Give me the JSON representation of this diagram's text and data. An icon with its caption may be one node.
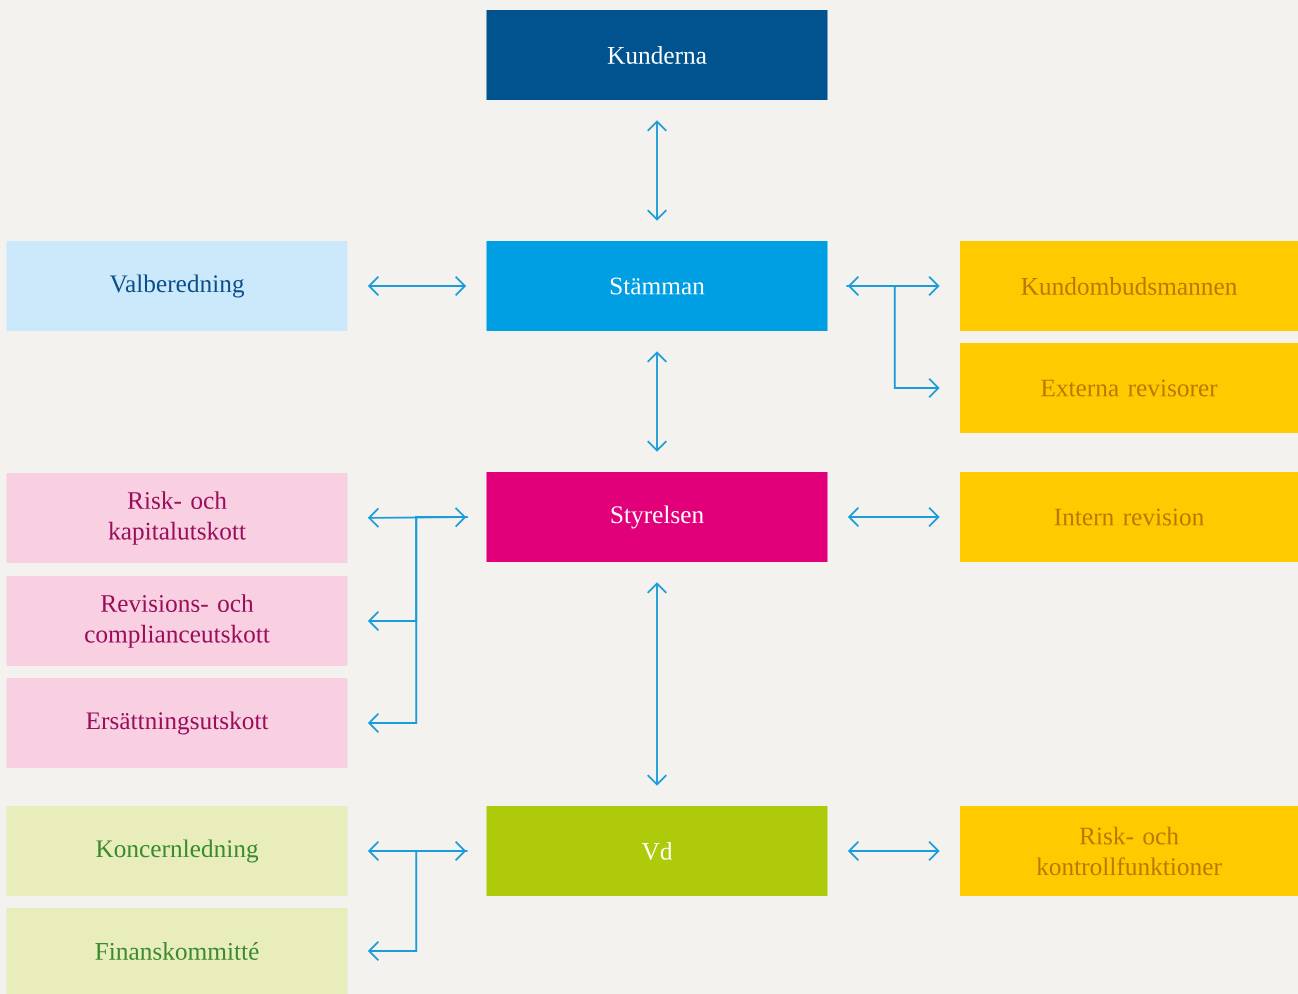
{
  "diagram": {
    "nodes": [
      {
        "text": [
          "Kunderna"
        ]
      },
      {
        "text": [
          "Valberedning"
        ]
      },
      {
        "text": [
          "Stämman"
        ]
      },
      {
        "text": [
          "Kundombudsmannen"
        ]
      },
      {
        "text": [
          "Externa revisorer"
        ]
      },
      {
        "text": [
          "Risk- och kapitalutskott"
        ]
      },
      {
        "text": [
          "Styrelsen"
        ]
      },
      {
        "text": [
          "Intern revision"
        ]
      },
      {
        "text": [
          "Revisions- och complianceutskott"
        ]
      },
      {
        "text": [
          "Ersättningsutskott"
        ]
      },
      {
        "text": [
          "Koncernledning"
        ]
      },
      {
        "text": [
          "Vd"
        ]
      },
      {
        "text": [
          "Risk- och kontrollfunktioner"
        ]
      },
      {
        "text": [
          "Finanskommitté"
        ]
      }
    ],
    "edges": [
      {
        "from": 0,
        "to": 2,
        "arrow": "both"
      },
      {
        "from": 2,
        "to": 1,
        "arrow": "both"
      },
      {
        "from": 2,
        "to": 3,
        "arrow": "both"
      },
      {
        "from": 2,
        "to": 4,
        "arrow": "to"
      },
      {
        "from": 2,
        "to": 6,
        "arrow": "both"
      },
      {
        "from": 6,
        "to": 5,
        "arrow": "both"
      },
      {
        "from": 6,
        "to": 8,
        "arrow": "to"
      },
      {
        "from": 6,
        "to": 9,
        "arrow": "to"
      },
      {
        "from": 6,
        "to": 7,
        "arrow": "both"
      },
      {
        "from": 6,
        "to": 11,
        "arrow": "both"
      },
      {
        "from": 11,
        "to": 10,
        "arrow": "both"
      },
      {
        "from": 11,
        "to": 13,
        "arrow": "to"
      },
      {
        "from": 11,
        "to": 12,
        "arrow": "both"
      }
    ]
  }
}
